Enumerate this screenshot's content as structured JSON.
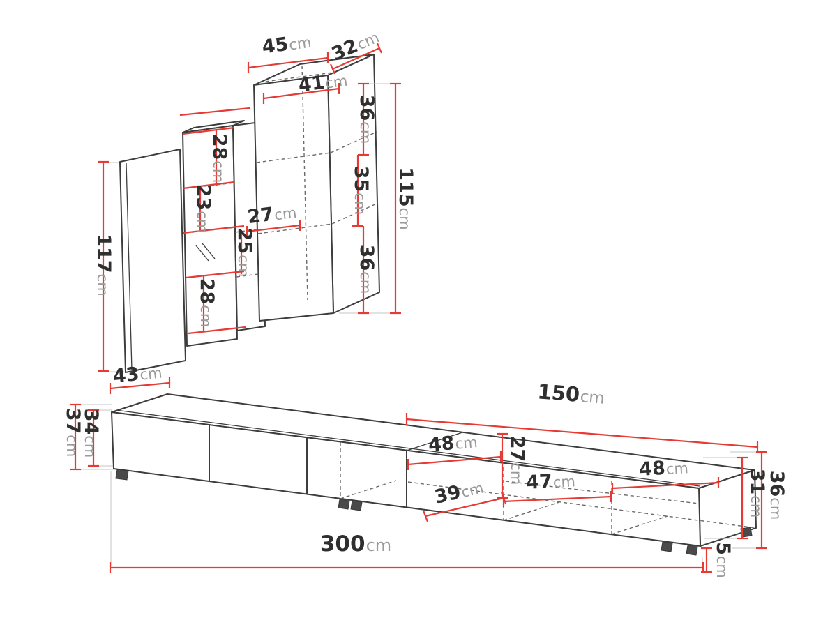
{
  "diagram": {
    "colors": {
      "background": "#ffffff",
      "outline": "#3d3d3d",
      "hidden": "#6a6a6a",
      "dimension": "#e63a35",
      "number": "#2f2f2f",
      "unit": "#9a9a9a"
    },
    "wall_unit": {
      "labels": {
        "top_width": {
          "value": "45",
          "unit": "cm"
        },
        "top_depth": {
          "value": "32",
          "unit": "cm"
        },
        "inner_top_width": {
          "value": "41",
          "unit": "cm"
        },
        "right_shelf_top": {
          "value": "36",
          "unit": "cm"
        },
        "right_shelf_middle": {
          "value": "35",
          "unit": "cm"
        },
        "right_total_height": {
          "value": "115",
          "unit": "cm"
        },
        "right_shelf_bottom": {
          "value": "36",
          "unit": "cm"
        },
        "left_shelf_1": {
          "value": "28",
          "unit": "cm"
        },
        "left_shelf_2": {
          "value": "23",
          "unit": "cm"
        },
        "middle_shelf": {
          "value": "25",
          "unit": "cm"
        },
        "niche_width": {
          "value": "27",
          "unit": "cm"
        },
        "left_shelf_3": {
          "value": "28",
          "unit": "cm"
        },
        "left_total_height": {
          "value": "117",
          "unit": "cm"
        },
        "bottom_width": {
          "value": "43",
          "unit": "cm"
        }
      }
    },
    "tv_stand": {
      "labels": {
        "left_height_outer": {
          "value": "37",
          "unit": "cm"
        },
        "left_height_inner": {
          "value": "34",
          "unit": "cm"
        },
        "right_section_width": {
          "value": "150",
          "unit": "cm"
        },
        "inner_width_1": {
          "value": "48",
          "unit": "cm"
        },
        "inner_height": {
          "value": "27",
          "unit": "cm"
        },
        "inner_width_2": {
          "value": "47",
          "unit": "cm"
        },
        "inner_width_3": {
          "value": "48",
          "unit": "cm"
        },
        "depth": {
          "value": "39",
          "unit": "cm"
        },
        "total_width": {
          "value": "300",
          "unit": "cm"
        },
        "right_height_outer": {
          "value": "36",
          "unit": "cm"
        },
        "right_height_inner": {
          "value": "31",
          "unit": "cm"
        },
        "foot_height": {
          "value": "5",
          "unit": "cm"
        }
      }
    }
  }
}
